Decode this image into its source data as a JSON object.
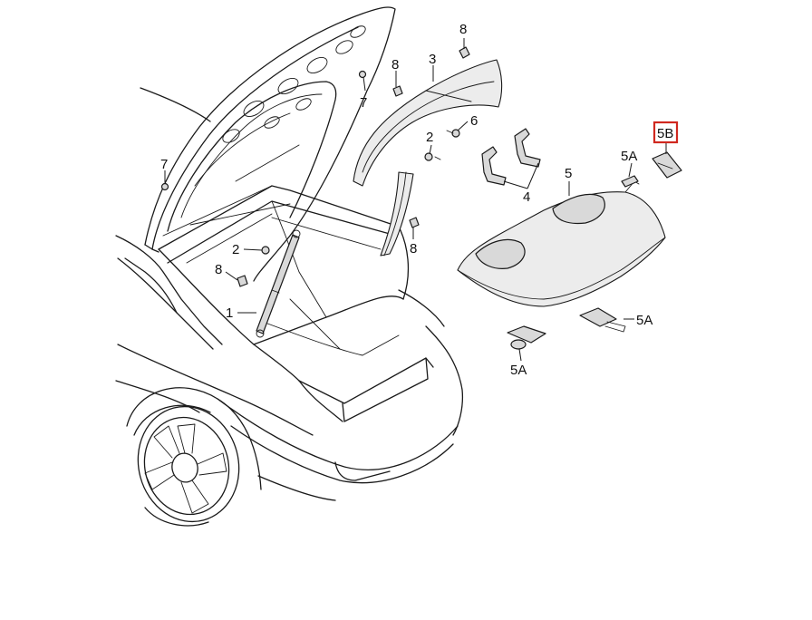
{
  "callouts": {
    "c1": "1",
    "c2_left": "2",
    "c2_right": "2",
    "c3": "3",
    "c4": "4",
    "c5": "5",
    "c5a_top": "5A",
    "c5a_bottom": "5A",
    "c5a_right": "5A",
    "c5b": "5B",
    "c6": "6",
    "c7_left": "7",
    "c7_top": "7",
    "c8_top_right": "8",
    "c8_top_mid": "8",
    "c8_left": "8",
    "c8_mid": "8"
  },
  "highlight": {
    "label": "5B",
    "color": "#d0281f"
  }
}
